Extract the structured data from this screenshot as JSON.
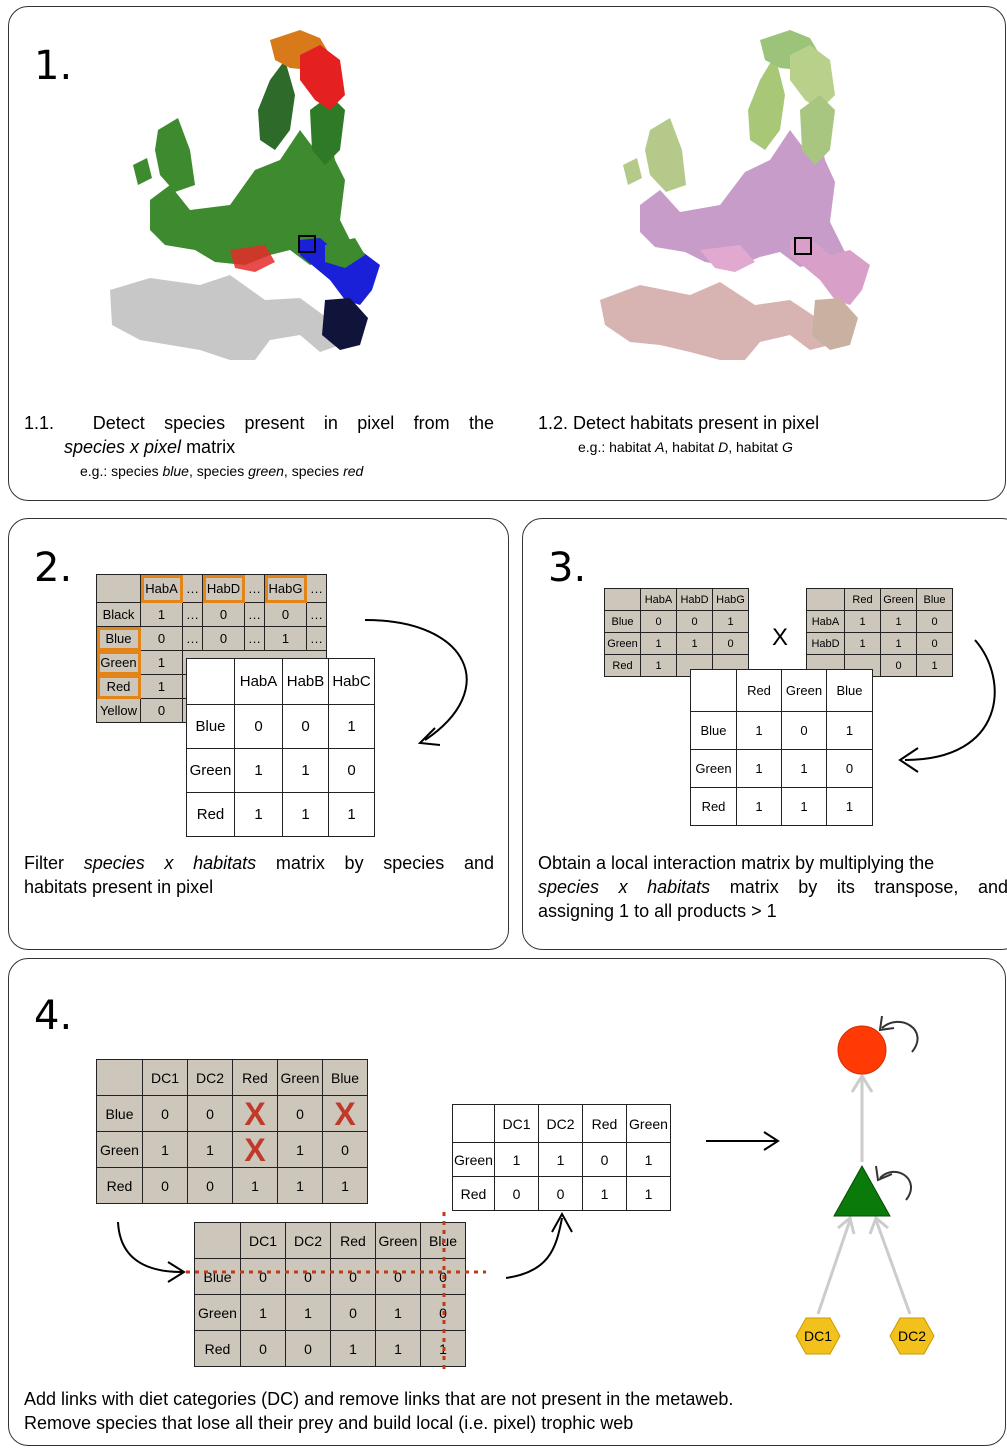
{
  "panel1": {
    "number": "1.",
    "caption1": {
      "prefix": "1.1.",
      "line1": "Detect species present in pixel from the",
      "line2_em": "species x pixel",
      "line2_rest": " matrix",
      "eg_prefix": "e.g.: species ",
      "eg1": "blue",
      "eg_sep1": ", species ",
      "eg2": "green",
      "eg_sep2": ", species ",
      "eg3": "red"
    },
    "caption2": {
      "line1": "1.2. Detect habitats present in pixel",
      "eg_prefix": "e.g.: habitat ",
      "eg1": "A",
      "eg_sep1": ", habitat ",
      "eg2": "D",
      "eg_sep2": ", habitat ",
      "eg3": "G"
    }
  },
  "panel2": {
    "number": "2.",
    "big_table": {
      "header": [
        "",
        "HabA",
        "…",
        "HabD",
        "…",
        "HabG",
        "…"
      ],
      "rows": [
        [
          "Black",
          "1",
          "…",
          "0",
          "…",
          "0",
          "…"
        ],
        [
          "Blue",
          "0",
          "…",
          "0",
          "…",
          "1",
          "…"
        ],
        [
          "Green",
          "1",
          "",
          "",
          "",
          "",
          ""
        ],
        [
          "Red",
          "1",
          "",
          "",
          "",
          "",
          ""
        ],
        [
          "Yellow",
          "0",
          "",
          "",
          "",
          "",
          ""
        ]
      ]
    },
    "filtered_table": {
      "header": [
        "",
        "HabA",
        "HabB",
        "HabC"
      ],
      "rows": [
        [
          "Blue",
          "0",
          "0",
          "1"
        ],
        [
          "Green",
          "1",
          "1",
          "0"
        ],
        [
          "Red",
          "1",
          "1",
          "1"
        ]
      ]
    },
    "caption_em": "species x habitats",
    "caption_pre": "Filter ",
    "caption_post": " matrix by species and",
    "caption_line2": "habitats present in pixel"
  },
  "panel3": {
    "number": "3.",
    "multiply_sign": "X",
    "left_table": {
      "header": [
        "",
        "HabA",
        "HabD",
        "HabG"
      ],
      "rows": [
        [
          "Blue",
          "0",
          "0",
          "1"
        ],
        [
          "Green",
          "1",
          "1",
          "0"
        ],
        [
          "Red",
          "1",
          "",
          ""
        ]
      ]
    },
    "right_table": {
      "header": [
        "",
        "Red",
        "Green",
        "Blue"
      ],
      "rows": [
        [
          "HabA",
          "1",
          "1",
          "0"
        ],
        [
          "HabD",
          "1",
          "1",
          "0"
        ],
        [
          "",
          "",
          "0",
          "1"
        ]
      ]
    },
    "result_table": {
      "header": [
        "",
        "Red",
        "Green",
        "Blue"
      ],
      "rows": [
        [
          "Blue",
          "1",
          "0",
          "1"
        ],
        [
          "Green",
          "1",
          "1",
          "0"
        ],
        [
          "Red",
          "1",
          "1",
          "1"
        ]
      ]
    },
    "caption_line1": "Obtain a local interaction matrix by multiplying the",
    "caption_em": "species x habitats",
    "caption_line2_rest": " matrix by its transpose, and",
    "caption_line3": "assigning 1 to all products > 1"
  },
  "panel4": {
    "number": "4.",
    "table_a": {
      "header": [
        "",
        "DC1",
        "DC2",
        "Red",
        "Green",
        "Blue"
      ],
      "rows": [
        [
          "Blue",
          "0",
          "0",
          "X",
          "0",
          "X"
        ],
        [
          "Green",
          "1",
          "1",
          "X",
          "1",
          "0"
        ],
        [
          "Red",
          "0",
          "0",
          "1",
          "1",
          "1"
        ]
      ]
    },
    "table_b": {
      "header": [
        "",
        "DC1",
        "DC2",
        "Red",
        "Green",
        "Blue"
      ],
      "rows": [
        [
          "Blue",
          "0",
          "0",
          "0",
          "0",
          "0"
        ],
        [
          "Green",
          "1",
          "1",
          "0",
          "1",
          "0"
        ],
        [
          "Red",
          "0",
          "0",
          "1",
          "1",
          "1"
        ]
      ]
    },
    "table_c": {
      "header": [
        "",
        "DC1",
        "DC2",
        "Red",
        "Green"
      ],
      "rows": [
        [
          "Green",
          "1",
          "1",
          "0",
          "1"
        ],
        [
          "Red",
          "0",
          "0",
          "1",
          "1"
        ]
      ]
    },
    "nodes": {
      "dc1": "DC1",
      "dc2": "DC2"
    },
    "colors": {
      "red_node": "#ff3a05",
      "green_node": "#0a7a0a",
      "dc_node": "#f3c11b",
      "arrow": "#cccccc"
    },
    "caption_line1": "Add links with diet categories (DC) and remove links that are not present in the metaweb.",
    "caption_line2": "Remove species that lose all their prey and build local (i.e. pixel) trophic web"
  }
}
